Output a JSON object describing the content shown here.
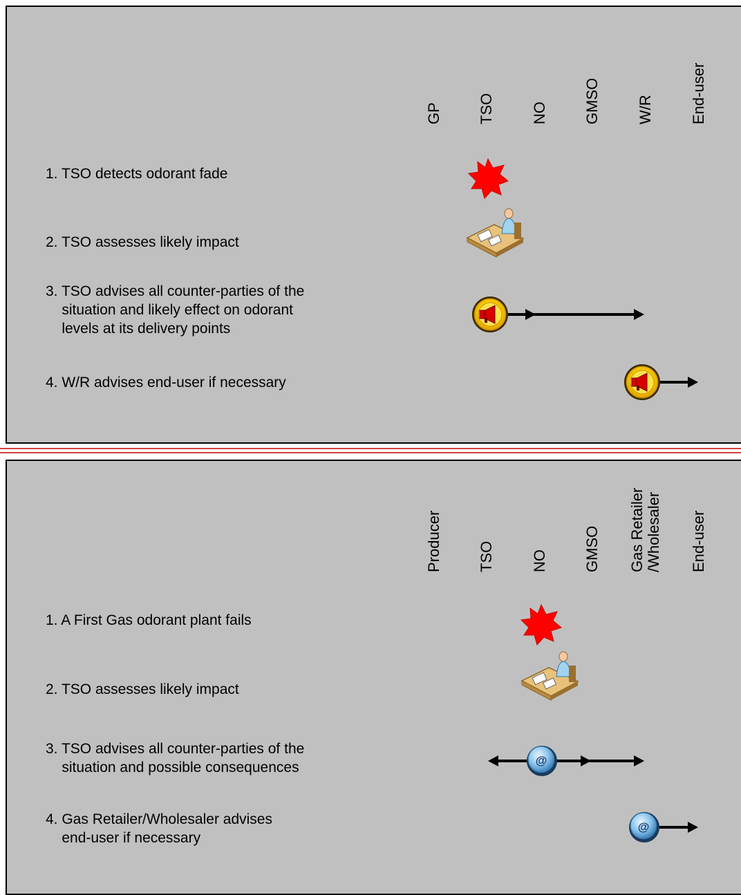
{
  "panel1": {
    "columns": [
      "GP",
      "TSO",
      "NO",
      "GMSO",
      "W/R",
      "End-user"
    ],
    "steps": [
      "1. TSO detects odorant fade",
      "2. TSO assesses likely impact",
      "3. TSO advises all counter-parties of the\n    situation and likely effect on odorant\n    levels at its delivery points",
      "4. W/R advises end-user if necessary"
    ]
  },
  "panel2": {
    "columns": [
      "Producer",
      "TSO",
      "NO",
      "GMSO",
      "Gas Retailer\n/Wholesaler",
      "End-user"
    ],
    "steps": [
      "1. A First Gas odorant plant fails",
      "2. TSO assesses likely impact",
      "3. TSO advises all counter-parties of the\n    situation and possible consequences",
      "4. Gas Retailer/Wholesaler advises\n    end-user if necessary"
    ]
  },
  "icons": {
    "event": "red-star-burst-icon",
    "assess": "person-at-desk-icon",
    "announce": "megaphone-icon",
    "email": "email-at-icon"
  },
  "colors": {
    "panel_bg": "#c0c0c0",
    "burst": "#ff0000",
    "divider": "#c00000"
  }
}
